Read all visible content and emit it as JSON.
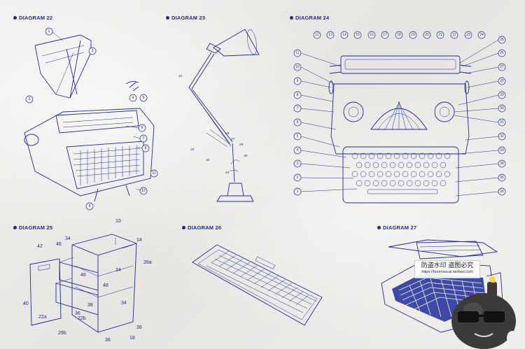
{
  "diagrams": [
    {
      "id": "22",
      "title": "DIAGRAM 22",
      "callouts": [
        "1",
        "2",
        "3",
        "4",
        "5",
        "6",
        "7",
        "8",
        "9",
        "10",
        "11"
      ]
    },
    {
      "id": "23",
      "title": "DIAGRAM 23",
      "labels": [
        "31",
        "26",
        "27",
        "33",
        "29",
        "30",
        "32",
        "34"
      ]
    },
    {
      "id": "24",
      "title": "DIAGRAM 24",
      "callouts": [
        "12",
        "13",
        "14",
        "15",
        "16",
        "17",
        "18",
        "19",
        "20",
        "21",
        "22",
        "23",
        "24",
        "25",
        "26",
        "27",
        "28",
        "29",
        "30",
        "31",
        "32",
        "33",
        "34",
        "35",
        "36",
        "11",
        "10",
        "9",
        "8",
        "7",
        "6",
        "5",
        "4",
        "3",
        "2",
        "1"
      ]
    },
    {
      "id": "25",
      "title": "DIAGRAM 25",
      "labels": [
        "10",
        "14",
        "42",
        "46",
        "34",
        "34",
        "26a",
        "48",
        "48",
        "34",
        "40",
        "22a",
        "36",
        "38",
        "26b",
        "22b",
        "36",
        "18",
        "38"
      ]
    },
    {
      "id": "26",
      "title": "DIAGRAM 26"
    },
    {
      "id": "27",
      "title": "DIAGRAM 27"
    }
  ],
  "watermark": {
    "line1": "防盗水印 盗图必究",
    "line2": "https://boomsucai.taobao.com"
  }
}
